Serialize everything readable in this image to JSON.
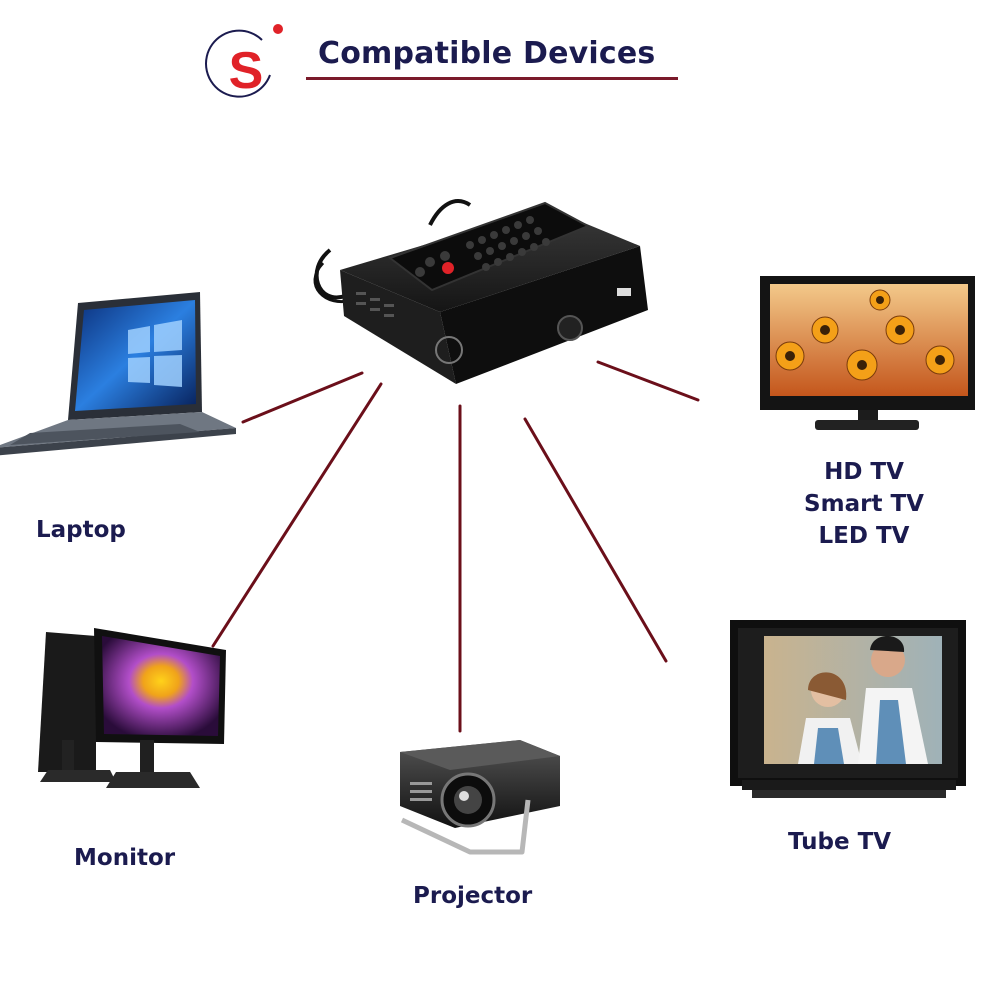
{
  "header": {
    "title": "Compatible Devices",
    "logo_letter": "S"
  },
  "colors": {
    "connector": "#6b0f1a",
    "logo_red": "#e02228",
    "title_navy": "#1b1b4f"
  },
  "hub": {
    "name": "set-top-box-with-remote"
  },
  "devices": {
    "laptop": {
      "label": "Laptop"
    },
    "monitor": {
      "label": "Monitor"
    },
    "projector": {
      "label": "Projector"
    },
    "tv": {
      "lines": [
        "HD TV",
        "Smart TV",
        "LED TV"
      ]
    },
    "tube_tv": {
      "label": "Tube TV"
    }
  }
}
